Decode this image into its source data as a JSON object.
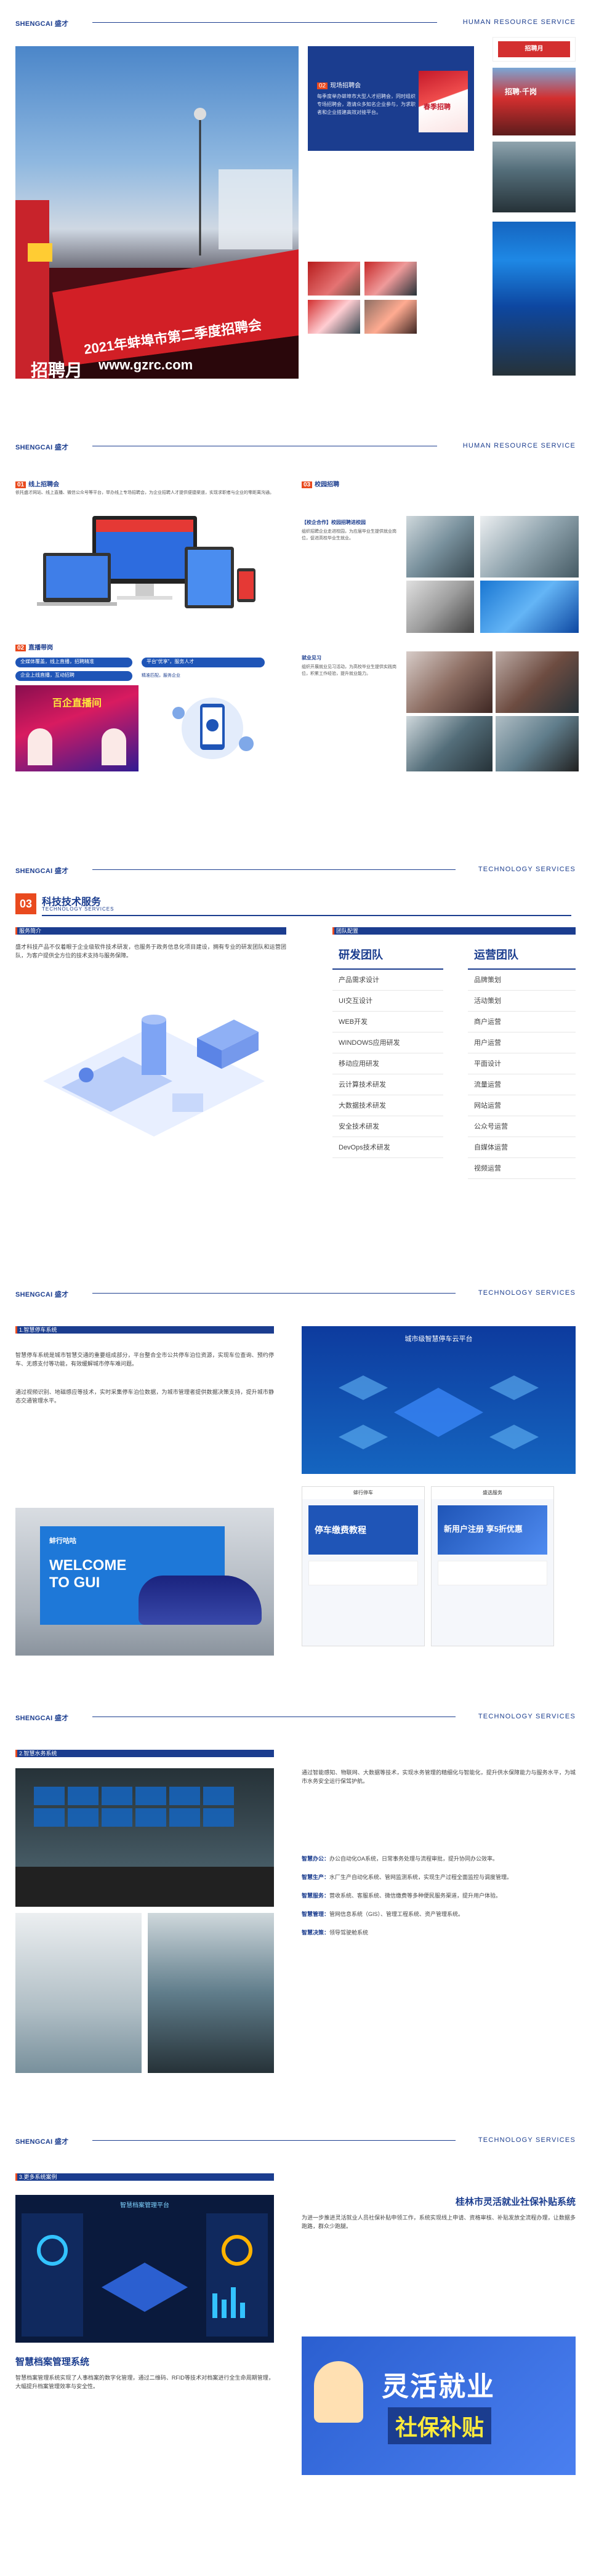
{
  "brand": {
    "name": "SHENGCAI",
    "cn": "盛才"
  },
  "page1": {
    "tag": "HUMAN RESOURCE SERVICE",
    "banner_text": "2021年蚌埠市第二季度招聘会",
    "banner_sub": "招聘月",
    "site": "www.gzrc.com",
    "section_num": "02",
    "section_title": "现场招聘会",
    "body": "每季度举办蚌埠市大型人才招聘会，同时组织专场招聘会，邀请众多知名企业参与，为求职者和企业搭建高效对接平台。",
    "side_red": "招聘月",
    "side_label1": "招聘·千岗",
    "poster_label": "春季招聘"
  },
  "page2": {
    "tag": "HUMAN RESOURCE SERVICE",
    "s1_num": "01",
    "s1_title": "线上招聘会",
    "s1_body": "依托盛才网站、线上直播、微信公众号等平台，举办线上专场招聘会，为企业招聘人才提供便捷渠道，实现求职者与企业的零距离沟通。",
    "s2_num": "02",
    "s2_title": "直播带岗",
    "pill1": "全媒体覆盖，线上直播，招聘精准",
    "pill2": "平台“优享”，服务人才",
    "pill3": "企业上线直播，互动招聘",
    "pill4": "精准匹配，服务企业",
    "live_title": "百企直播间",
    "r1_num": "03",
    "r1_title": "校园招聘",
    "r1_box_title": "【校企合作】校园招聘进校园",
    "r1_box_body": "组织招聘企业走进校园，为应届毕业生提供就业岗位，促进高校毕业生就业。",
    "r2_box_title": "就业见习",
    "r2_box_body": "组织开展就业见习活动，为高校毕业生提供实践岗位，积累工作经验，提升就业能力。"
  },
  "page3": {
    "tag": "TECHNOLOGY SERVICES",
    "num": "03",
    "title_cn": "科技技术服务",
    "title_en": "TECHNOLOGY SERVICES",
    "left_bar": "服务简介",
    "right_bar": "团队配置",
    "body": "盛才科技产品不仅着眼于企业级软件技术研发，也服务于政务信息化项目建设，拥有专业的研发团队和运营团队，为客户提供全方位的技术支持与服务保障。",
    "team1": {
      "title": "研发团队",
      "items": [
        "产品需求设计",
        "UI交互设计",
        "WEB开发",
        "WINDOWS应用研发",
        "移动应用研发",
        "云计算技术研发",
        "大数据技术研发",
        "安全技术研发",
        "DevOps技术研发"
      ]
    },
    "team2": {
      "title": "运营团队",
      "items": [
        "品牌策划",
        "活动策划",
        "商户运营",
        "用户运营",
        "平面设计",
        "流量运营",
        "网站运营",
        "公众号运营",
        "自媒体运营",
        "视频运营"
      ]
    }
  },
  "page4": {
    "tag": "TECHNOLOGY SERVICES",
    "bar": "1.智慧停车系统",
    "body1": "智慧停车系统是城市智慧交通的重要组成部分，平台整合全市公共停车泊位资源，实现车位查询、预约停车、无感支付等功能，有效缓解城市停车难问题。",
    "body2": "通过视频识别、地磁感应等技术，实时采集停车泊位数据，为城市管理者提供数据决策支持，提升城市静态交通管理水平。",
    "platform_title": "城市级智慧停车云平台",
    "banner_word": "WELCOME TO GUI",
    "app_name": "蚌行咕咕",
    "phone1_title": "蚌行停车",
    "phone1_banner": "停车缴费教程",
    "phone2_title": "盛选服务",
    "phone2_banner": "新用户注册 享5折优惠"
  },
  "page5": {
    "tag": "TECHNOLOGY SERVICES",
    "bar": "2.智慧水务系统",
    "body1": "通过智能感知、物联网、大数据等技术，实现水务管理的精细化与智能化，提升供水保障能力与服务水平，为城市水务安全运行保驾护航。",
    "items": [
      {
        "k": "智慧办公：",
        "v": "办公自动化OA系统，日常事务处理与流程审批，提升协同办公效率。"
      },
      {
        "k": "智慧生产：",
        "v": "水厂生产自动化系统、管网监测系统，实现生产过程全面监控与调度管理。"
      },
      {
        "k": "智慧服务：",
        "v": "营收系统、客服系统、微信缴费等多种便民服务渠道，提升用户体验。"
      },
      {
        "k": "智慧管理：",
        "v": "管网信息系统（GIS）、管理工程系统、资产管理系统。"
      },
      {
        "k": "智慧决策：",
        "v": "领导驾驶舱系统"
      }
    ]
  },
  "page6": {
    "tag": "TECHNOLOGY SERVICES",
    "bar": "3.更多系统案例",
    "left_title": "智慧档案管理系统",
    "left_body": "智慧档案管理系统实现了人事档案的数字化管理，通过二维码、RFID等技术对档案进行全生命周期管理，大幅提升档案管理效率与安全性。",
    "right_title": "桂林市灵活就业社保补贴系统",
    "right_body": "为进一步推进灵活就业人员社保补贴申领工作，系统实现线上申请、资格审核、补贴发放全流程办理，让数据多跑路，群众少跑腿。",
    "poster_word1": "灵活就业",
    "poster_word2": "社保补贴",
    "dashboard_title": "智慧档案管理平台"
  },
  "colors": {
    "navy": "#1b3d8f",
    "red": "#e94a1e",
    "blue": "#1f55b7"
  }
}
